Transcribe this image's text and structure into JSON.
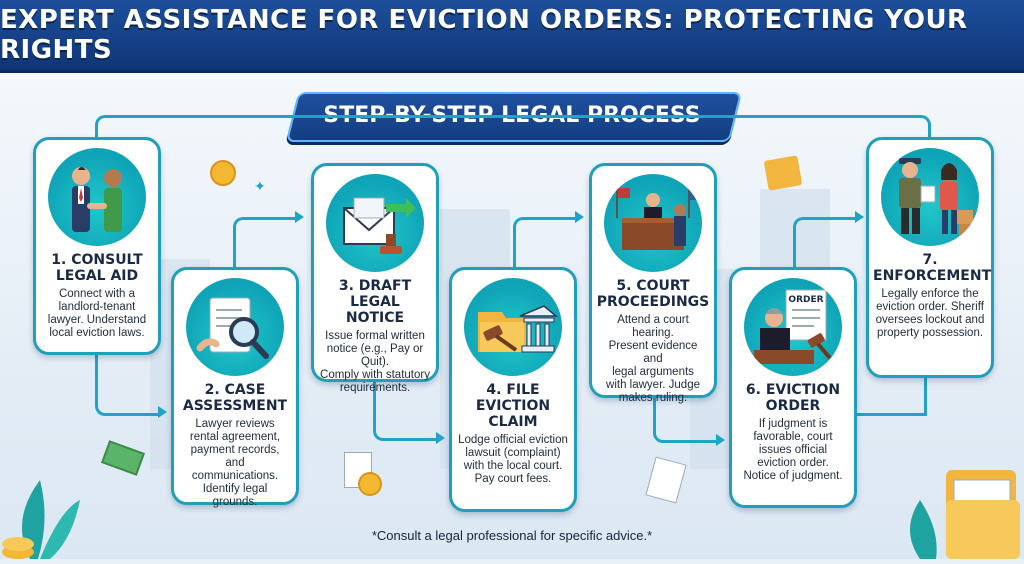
{
  "header": {
    "title": "EXPERT ASSISTANCE FOR EVICTION ORDERS: PROTECTING YOUR RIGHTS"
  },
  "subtitle": "STEP-BY-STEP LEGAL PROCESS",
  "steps": [
    {
      "title": "1. CONSULT\nLEGAL AID",
      "desc": "Connect with a\nlandlord-tenant\nlawyer. Understand\nlocal eviction laws.",
      "icon": "handshake-icon"
    },
    {
      "title": "2. CASE\nASSESSMENT",
      "desc": "Lawyer reviews\nrental agreement,\npayment records, and\ncommunications.\nIdentify legal grounds.",
      "icon": "magnifier-document-icon"
    },
    {
      "title": "3. DRAFT LEGAL\nNOTICE",
      "desc": "Issue formal written\nnotice (e.g., Pay or Quit).\nComply with statutory\nrequirements.",
      "icon": "envelope-stamp-icon"
    },
    {
      "title": "4. FILE EVICTION\nCLAIM",
      "desc": "Lodge official eviction\nlawsuit (complaint)\nwith the local court.\nPay court fees.",
      "icon": "gavel-courthouse-icon"
    },
    {
      "title": "5. COURT\nPROCEEDINGS",
      "desc": "Attend a court hearing.\nPresent evidence and\nlegal arguments\nwith lawyer. Judge\nmakes ruling.",
      "icon": "courtroom-icon"
    },
    {
      "title": "6. EVICTION\nORDER",
      "desc": "If judgment is\nfavorable, court\nissues official\neviction order.\nNotice of judgment.",
      "icon": "judge-order-icon",
      "order_label": "ORDER"
    },
    {
      "title": "7. ENFORCEMENT",
      "desc": "Legally enforce the\neviction order. Sheriff\noversees lockout and\nproperty possession.",
      "icon": "sheriff-icon"
    }
  ],
  "footnote": "*Consult a legal professional for specific advice.*",
  "colors": {
    "header": "#1a4792",
    "card_border": "#1f9fb8",
    "connector": "#1fa3c9",
    "icon_bg": "#14b5c0"
  }
}
